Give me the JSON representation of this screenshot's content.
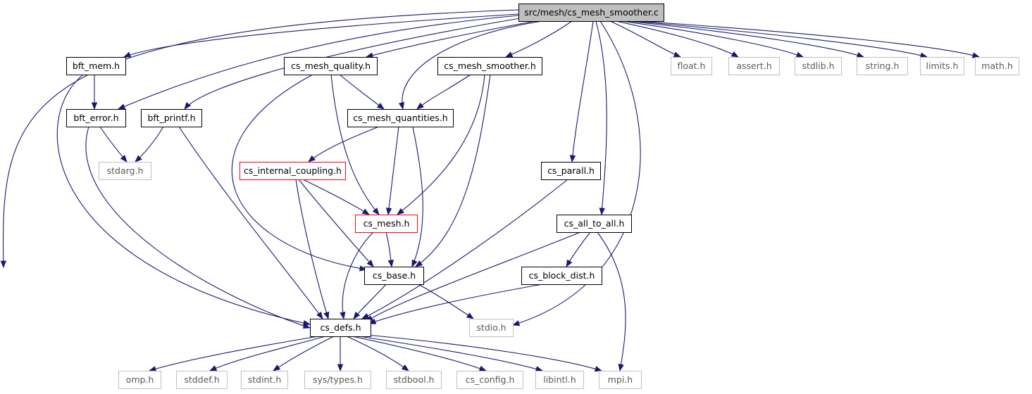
{
  "colors": {
    "edge": "#191970",
    "root_fill": "#bfbfbf",
    "normal_border": "#000000",
    "truncated_border": "#ff0000",
    "system_border": "#bfbfbf",
    "system_text": "#5a5a5a",
    "text": "#000000"
  },
  "nodes": [
    {
      "id": "root",
      "label": "src/mesh/cs_mesh_smoother.c",
      "kind": "root"
    },
    {
      "id": "bft_mem",
      "label": "bft_mem.h",
      "kind": "normal"
    },
    {
      "id": "bft_error",
      "label": "bft_error.h",
      "kind": "normal"
    },
    {
      "id": "bft_printf",
      "label": "bft_printf.h",
      "kind": "normal"
    },
    {
      "id": "stdarg",
      "label": "stdarg.h",
      "kind": "system"
    },
    {
      "id": "cs_mesh_quality",
      "label": "cs_mesh_quality.h",
      "kind": "normal"
    },
    {
      "id": "cs_mesh_smoother",
      "label": "cs_mesh_smoother.h",
      "kind": "normal"
    },
    {
      "id": "cs_mesh_quantities",
      "label": "cs_mesh_quantities.h",
      "kind": "normal"
    },
    {
      "id": "cs_internal_coupling",
      "label": "cs_internal_coupling.h",
      "kind": "truncated"
    },
    {
      "id": "cs_mesh",
      "label": "cs_mesh.h",
      "kind": "truncated"
    },
    {
      "id": "cs_base",
      "label": "cs_base.h",
      "kind": "normal"
    },
    {
      "id": "cs_defs",
      "label": "cs_defs.h",
      "kind": "normal"
    },
    {
      "id": "cs_parall",
      "label": "cs_parall.h",
      "kind": "normal"
    },
    {
      "id": "cs_all_to_all",
      "label": "cs_all_to_all.h",
      "kind": "normal"
    },
    {
      "id": "cs_block_dist",
      "label": "cs_block_dist.h",
      "kind": "normal"
    },
    {
      "id": "stdio",
      "label": "stdio.h",
      "kind": "system"
    },
    {
      "id": "float",
      "label": "float.h",
      "kind": "system"
    },
    {
      "id": "assert",
      "label": "assert.h",
      "kind": "system"
    },
    {
      "id": "stdlib",
      "label": "stdlib.h",
      "kind": "system"
    },
    {
      "id": "string",
      "label": "string.h",
      "kind": "system"
    },
    {
      "id": "limits",
      "label": "limits.h",
      "kind": "system"
    },
    {
      "id": "math",
      "label": "math.h",
      "kind": "system"
    },
    {
      "id": "omp",
      "label": "omp.h",
      "kind": "system"
    },
    {
      "id": "stddef",
      "label": "stddef.h",
      "kind": "system"
    },
    {
      "id": "stdint",
      "label": "stdint.h",
      "kind": "system"
    },
    {
      "id": "sys_types",
      "label": "sys/types.h",
      "kind": "system"
    },
    {
      "id": "stdbool",
      "label": "stdbool.h",
      "kind": "system"
    },
    {
      "id": "cs_config",
      "label": "cs_config.h",
      "kind": "system"
    },
    {
      "id": "libintl",
      "label": "libintl.h",
      "kind": "system"
    },
    {
      "id": "mpi",
      "label": "mpi.h",
      "kind": "system"
    }
  ],
  "edges": [
    {
      "from": "root",
      "to": "bft_mem"
    },
    {
      "from": "root",
      "to": "bft_error"
    },
    {
      "from": "root",
      "to": "bft_printf"
    },
    {
      "from": "root",
      "to": "cs_mesh_quality"
    },
    {
      "from": "root",
      "to": "cs_mesh_smoother"
    },
    {
      "from": "root",
      "to": "cs_mesh_quantities"
    },
    {
      "from": "root",
      "to": "cs_parall"
    },
    {
      "from": "root",
      "to": "cs_all_to_all"
    },
    {
      "from": "root",
      "to": "stdio"
    },
    {
      "from": "root",
      "to": "cs_defs"
    },
    {
      "from": "root",
      "to": "float"
    },
    {
      "from": "root",
      "to": "assert"
    },
    {
      "from": "root",
      "to": "stdlib"
    },
    {
      "from": "root",
      "to": "string"
    },
    {
      "from": "root",
      "to": "limits"
    },
    {
      "from": "root",
      "to": "math"
    },
    {
      "from": "bft_mem",
      "to": "bft_error"
    },
    {
      "from": "bft_mem",
      "to": "cs_defs"
    },
    {
      "from": "bft_error",
      "to": "stdarg"
    },
    {
      "from": "bft_error",
      "to": "cs_defs"
    },
    {
      "from": "bft_printf",
      "to": "stdarg"
    },
    {
      "from": "bft_printf",
      "to": "cs_defs"
    },
    {
      "from": "cs_mesh_quality",
      "to": "cs_mesh_quantities"
    },
    {
      "from": "cs_mesh_quality",
      "to": "cs_mesh"
    },
    {
      "from": "cs_mesh_quality",
      "to": "cs_base"
    },
    {
      "from": "cs_mesh_smoother",
      "to": "cs_mesh_quantities"
    },
    {
      "from": "cs_mesh_smoother",
      "to": "cs_mesh"
    },
    {
      "from": "cs_mesh_smoother",
      "to": "cs_base"
    },
    {
      "from": "cs_mesh_quantities",
      "to": "cs_internal_coupling"
    },
    {
      "from": "cs_mesh_quantities",
      "to": "cs_mesh"
    },
    {
      "from": "cs_mesh_quantities",
      "to": "cs_base"
    },
    {
      "from": "cs_internal_coupling",
      "to": "cs_mesh"
    },
    {
      "from": "cs_internal_coupling",
      "to": "cs_base"
    },
    {
      "from": "cs_internal_coupling",
      "to": "cs_defs"
    },
    {
      "from": "cs_mesh",
      "to": "cs_base"
    },
    {
      "from": "cs_mesh",
      "to": "cs_defs"
    },
    {
      "from": "cs_base",
      "to": "cs_defs"
    },
    {
      "from": "cs_base",
      "to": "stdio"
    },
    {
      "from": "cs_parall",
      "to": "cs_defs"
    },
    {
      "from": "cs_all_to_all",
      "to": "cs_block_dist"
    },
    {
      "from": "cs_all_to_all",
      "to": "cs_defs"
    },
    {
      "from": "cs_all_to_all",
      "to": "mpi"
    },
    {
      "from": "cs_block_dist",
      "to": "cs_defs"
    },
    {
      "from": "cs_defs",
      "to": "omp"
    },
    {
      "from": "cs_defs",
      "to": "stddef"
    },
    {
      "from": "cs_defs",
      "to": "stdint"
    },
    {
      "from": "cs_defs",
      "to": "sys_types"
    },
    {
      "from": "cs_defs",
      "to": "stdbool"
    },
    {
      "from": "cs_defs",
      "to": "cs_config"
    },
    {
      "from": "cs_defs",
      "to": "libintl"
    },
    {
      "from": "cs_defs",
      "to": "mpi"
    }
  ]
}
